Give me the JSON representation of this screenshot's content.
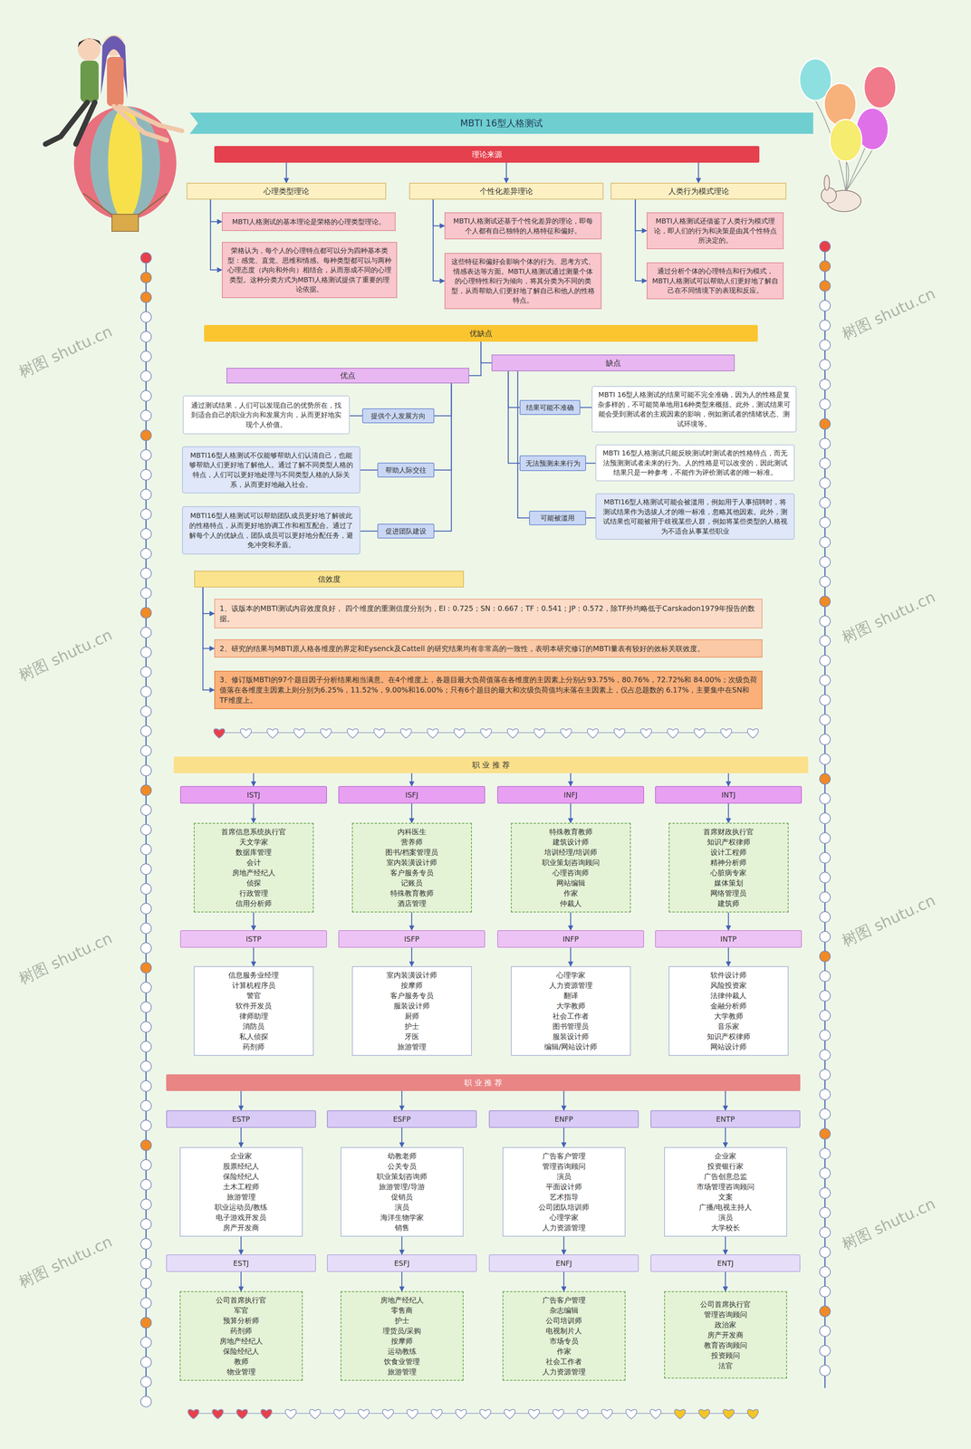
{
  "diagram": {
    "title": "MBTI 16型人格测试",
    "nodes": [
      {
        "text": [
          "MBTI 16型人格测试"
        ]
      },
      {
        "text": [
          "理论来源"
        ]
      },
      {
        "text": [
          "心理类型理论"
        ]
      },
      {
        "text": [
          "MBTI人格测试的基本理论是荣格的心理类型理论。"
        ]
      },
      {
        "text": [
          "荣格认为，每个人的心理特点都可以分为四种基本类型：感觉、直觉、思维和情感。每种类型都可以与两种心理态度（内向和外向）相结合，从而形成不同的心理类型。这种分类方式为MBTI人格测试提供了重要的理论依据。"
        ]
      },
      {
        "text": [
          "个性化差异理论"
        ]
      },
      {
        "text": [
          "MBTI人格测试还基于个性化差异的理论，即每个人都有自己独特的人格特征和偏好。"
        ]
      },
      {
        "text": [
          "这些特征和偏好会影响个体的行为、思考方式、情感表达等方面。MBTI人格测试通过测量个体的心理特性和行为倾向，将其分类为不同的类型，从而帮助人们更好地了解自己和他人的性格特点。"
        ]
      },
      {
        "text": [
          "人类行为模式理论"
        ]
      },
      {
        "text": [
          "MBTI人格测试还借鉴了人类行为模式理论，即人们的行为和决策是由其个性特点所决定的。"
        ]
      },
      {
        "text": [
          "通过分析个体的心理特点和行为模式，MBTI人格测试可以帮助人们更好地了解自己在不同情境下的表现和反应。"
        ]
      },
      {
        "text": [
          "优缺点"
        ]
      },
      {
        "text": [
          "优点"
        ]
      },
      {
        "text": [
          "提供个人发展方向"
        ]
      },
      {
        "text": [
          "通过测试结果，人们可以发现自己的优势所在，找到适合自己的职业方向和发展方向，从而更好地实现个人价值。"
        ]
      },
      {
        "text": [
          "帮助人际交往"
        ]
      },
      {
        "text": [
          "MBTI16型人格测试不仅能够帮助人们认清自己，也能够帮助人们更好地了解他人。通过了解不同类型人格的特点，人们可以更好地处理与不同类型人格的人际关系，从而更好地融入社会。"
        ]
      },
      {
        "text": [
          "促进团队建设"
        ]
      },
      {
        "text": [
          "MBTI16型人格测试可以帮助团队成员更好地了解彼此的性格特点，从而更好地协调工作和相互配合。通过了解每个人的优缺点，团队成员可以更好地分配任务，避免冲突和矛盾。"
        ]
      },
      {
        "text": [
          "缺点"
        ]
      },
      {
        "text": [
          "结果可能不准确"
        ]
      },
      {
        "text": [
          "MBTI 16型人格测试的结果可能不完全准确，因为人的性格是复杂多样的，不可能简单地用16种类型来概括。此外，测试结果可能会受到测试者的主观因素的影响，例如测试者的情绪状态、测试环境等。"
        ]
      },
      {
        "text": [
          "无法预测未来行为"
        ]
      },
      {
        "text": [
          "MBTI 16型人格测试只能反映测试时测试者的性格特点，而无法预测测试者未来的行为。人的性格是可以改变的，因此测试结果只是一种参考，不能作为评价测试者的唯一标准。"
        ]
      },
      {
        "text": [
          "可能被滥用"
        ]
      },
      {
        "text": [
          "MBTI16型人格测试可能会被滥用，例如用于人事招聘时，将测试结果作为选拔人才的唯一标准，忽略其他因素。此外，测试结果也可能被用于歧视某些人群，例如将某些类型的人格视为不适合从事某些职业"
        ]
      },
      {
        "text": [
          "信效度"
        ]
      },
      {
        "text": [
          "1、该版本的MBTI测试内容效度良好， 四个维度的重测信度分别为，EI：0.725；SN：0.667；TF：0.541；JP：0.572，除TF外均略低于Carskadon1979年报告的数据。"
        ]
      },
      {
        "text": [
          "2、研究的结果与MBTI原人格各维度的界定和Eysenck及Cattell 的研究结果均有非常高的一致性，表明本研究修订的MBTI量表有较好的效标关联效度。"
        ]
      },
      {
        "text": [
          "3、修订版MBTI的97个题目因子分析结果相当满意。在4个维度上，各题目最大负荷值落在各维度的主因素上分别占93.75%，80.76%，72.72%和 84.00%；次级负荷值落在各维度主因素上则分别为6.25%，11.52%，9.00%和16.00%；只有6个题目的最大和次级负荷值均未落在主因素上，仅占总题数的 6.17%，主要集中在SN和TF维度上。"
        ]
      },
      {
        "text": [
          "职 业 推 荐"
        ]
      },
      {
        "text": [
          "ISTJ"
        ]
      },
      {
        "text": [
          "首席信息系统执行官",
          "天文学家",
          "数据库管理",
          "会计",
          "房地产经纪人",
          "侦探",
          "行政管理",
          "信用分析师"
        ]
      },
      {
        "text": [
          "ISTP"
        ]
      },
      {
        "text": [
          "信息服务业经理",
          "计算机程序员",
          "警官",
          "软件开发员",
          "律师助理",
          "消防员",
          "私人侦探",
          "药剂师"
        ]
      },
      {
        "text": [
          "ISFJ"
        ]
      },
      {
        "text": [
          "内科医生",
          "营养师",
          "图书/档案管理员",
          "室内装潢设计师",
          "客户服务专员",
          "记账员",
          "特殊教育教师",
          "酒店管理"
        ]
      },
      {
        "text": [
          "ISFP"
        ]
      },
      {
        "text": [
          "室内装潢设计师",
          "按摩师",
          "客户服务专员",
          "服装设计师",
          "厨师",
          "护士",
          "牙医",
          "旅游管理"
        ]
      },
      {
        "text": [
          "INFJ"
        ]
      },
      {
        "text": [
          "特殊教育教师",
          "建筑设计师",
          "培训经理/培训师",
          "职业策划咨询顾问",
          "心理咨询师",
          "网站编辑",
          "作家",
          "仲裁人"
        ]
      },
      {
        "text": [
          "INFP"
        ]
      },
      {
        "text": [
          "心理学家",
          "人力资源管理",
          "翻译",
          "大学教师",
          "社会工作者",
          "图书管理员",
          "服装设计师",
          "编辑/网站设计师"
        ]
      },
      {
        "text": [
          "INTJ"
        ]
      },
      {
        "text": [
          "首席财政执行官",
          "知识产权律师",
          "设计工程师",
          "精神分析师",
          "心脏病专家",
          "媒体策划",
          "网络管理员",
          "建筑师"
        ]
      },
      {
        "text": [
          "INTP"
        ]
      },
      {
        "text": [
          "软件设计师",
          "风险投资家",
          "法律仲裁人",
          "金融分析师",
          "大学教师",
          "音乐家",
          "知识产权律师",
          "网站设计师"
        ]
      },
      {
        "text": [
          "职 业 推 荐"
        ]
      },
      {
        "text": [
          "ESTP"
        ]
      },
      {
        "text": [
          "企业家",
          "股票经纪人",
          "保险经纪人",
          "土木工程师",
          "旅游管理",
          "职业运动员/教练",
          "电子游戏开发员",
          "房产开发商"
        ]
      },
      {
        "text": [
          "ESTJ"
        ]
      },
      {
        "text": [
          "公司首席执行官",
          "军官",
          "预算分析师",
          "药剂师",
          "房地产经纪人",
          "保险经纪人",
          "教师",
          "物业管理"
        ]
      },
      {
        "text": [
          "ESFP"
        ]
      },
      {
        "text": [
          "幼教老师",
          "公关专员",
          "职业策划咨询师",
          "旅游管理/导游",
          "促销员",
          "演员",
          "海洋生物学家",
          "销售"
        ]
      },
      {
        "text": [
          "ESFJ"
        ]
      },
      {
        "text": [
          "房地产经纪人",
          "零售商",
          "护士",
          "理货员/采购",
          "按摩师",
          "运动教练",
          "饮食业管理",
          "旅游管理"
        ]
      },
      {
        "text": [
          "ENFP"
        ]
      },
      {
        "text": [
          "广告客户管理",
          "管理咨询顾问",
          "演员",
          "平面设计师",
          "艺术指导",
          "公司团队培训师",
          "心理学家",
          "人力资源管理"
        ]
      },
      {
        "text": [
          "ENFJ"
        ]
      },
      {
        "text": [
          "广告客户管理",
          "杂志编辑",
          "公司培训师",
          "电视制片人",
          "市场专员",
          "作家",
          "社会工作者",
          "人力资源管理"
        ]
      },
      {
        "text": [
          "ENTP"
        ]
      },
      {
        "text": [
          "企业家",
          "投资银行家",
          "广告创意总监",
          "市场管理咨询顾问",
          "文案",
          "广播/电视主持人",
          "演员",
          "大学校长"
        ]
      },
      {
        "text": [
          "ENTJ"
        ]
      },
      {
        "text": [
          "公司首席执行官",
          "管理咨询顾问",
          "政治家",
          "房产开发商",
          "教育咨询顾问",
          "投资顾问",
          "法官"
        ]
      }
    ],
    "edges": [
      {
        "from": 1,
        "to": 2,
        "arrow": "to"
      },
      {
        "from": 1,
        "to": 5,
        "arrow": "to"
      },
      {
        "from": 1,
        "to": 8,
        "arrow": "to"
      },
      {
        "from": 2,
        "to": 3,
        "arrow": "to"
      },
      {
        "from": 2,
        "to": 4,
        "arrow": "to"
      },
      {
        "from": 5,
        "to": 6,
        "arrow": "to"
      },
      {
        "from": 5,
        "to": 7,
        "arrow": "to"
      },
      {
        "from": 8,
        "to": 9,
        "arrow": "to"
      },
      {
        "from": 8,
        "to": 10,
        "arrow": "to"
      },
      {
        "from": 11,
        "to": 12,
        "arrow": "none"
      },
      {
        "from": 11,
        "to": 19,
        "arrow": "none"
      },
      {
        "from": 12,
        "to": 13,
        "arrow": "none"
      },
      {
        "from": 12,
        "to": 15,
        "arrow": "none"
      },
      {
        "from": 12,
        "to": 17,
        "arrow": "none"
      },
      {
        "from": 13,
        "to": 14,
        "arrow": "none"
      },
      {
        "from": 15,
        "to": 16,
        "arrow": "none"
      },
      {
        "from": 17,
        "to": 18,
        "arrow": "none"
      },
      {
        "from": 19,
        "to": 20,
        "arrow": "none"
      },
      {
        "from": 19,
        "to": 22,
        "arrow": "none"
      },
      {
        "from": 19,
        "to": 24,
        "arrow": "none"
      },
      {
        "from": 20,
        "to": 21,
        "arrow": "none"
      },
      {
        "from": 22,
        "to": 23,
        "arrow": "none"
      },
      {
        "from": 24,
        "to": 25,
        "arrow": "none"
      },
      {
        "from": 26,
        "to": 27,
        "arrow": "to"
      },
      {
        "from": 26,
        "to": 28,
        "arrow": "to"
      },
      {
        "from": 26,
        "to": 29,
        "arrow": "to"
      },
      {
        "from": 30,
        "to": 31,
        "arrow": "to"
      },
      {
        "from": 30,
        "to": 35,
        "arrow": "to"
      },
      {
        "from": 30,
        "to": 39,
        "arrow": "to"
      },
      {
        "from": 30,
        "to": 43,
        "arrow": "to"
      },
      {
        "from": 31,
        "to": 32,
        "arrow": "to"
      },
      {
        "from": 32,
        "to": 33,
        "arrow": "to"
      },
      {
        "from": 33,
        "to": 34,
        "arrow": "to"
      },
      {
        "from": 35,
        "to": 36,
        "arrow": "to"
      },
      {
        "from": 36,
        "to": 37,
        "arrow": "to"
      },
      {
        "from": 37,
        "to": 38,
        "arrow": "to"
      },
      {
        "from": 39,
        "to": 40,
        "arrow": "to"
      },
      {
        "from": 40,
        "to": 41,
        "arrow": "to"
      },
      {
        "from": 41,
        "to": 42,
        "arrow": "to"
      },
      {
        "from": 43,
        "to": 44,
        "arrow": "to"
      },
      {
        "from": 44,
        "to": 45,
        "arrow": "to"
      },
      {
        "from": 45,
        "to": 46,
        "arrow": "to"
      },
      {
        "from": 47,
        "to": 48,
        "arrow": "to"
      },
      {
        "from": 47,
        "to": 52,
        "arrow": "to"
      },
      {
        "from": 47,
        "to": 56,
        "arrow": "to"
      },
      {
        "from": 47,
        "to": 60,
        "arrow": "to"
      },
      {
        "from": 48,
        "to": 49,
        "arrow": "to"
      },
      {
        "from": 49,
        "to": 50,
        "arrow": "to"
      },
      {
        "from": 50,
        "to": 51,
        "arrow": "to"
      },
      {
        "from": 52,
        "to": 53,
        "arrow": "to"
      },
      {
        "from": 53,
        "to": 54,
        "arrow": "to"
      },
      {
        "from": 54,
        "to": 55,
        "arrow": "to"
      },
      {
        "from": 56,
        "to": 57,
        "arrow": "to"
      },
      {
        "from": 57,
        "to": 58,
        "arrow": "to"
      },
      {
        "from": 58,
        "to": 59,
        "arrow": "to"
      },
      {
        "from": 60,
        "to": 61,
        "arrow": "to"
      },
      {
        "from": 61,
        "to": 62,
        "arrow": "to"
      },
      {
        "from": 62,
        "to": 63,
        "arrow": "to"
      }
    ],
    "labels": [
      "树图 shutu.cn",
      "树图 shutu.cn",
      "树图 shutu.cn",
      "树图 shutu.cn",
      "树图 shutu.cn",
      "树图 shutu.cn",
      "树图 shutu.cn",
      "树图 shutu.cn"
    ]
  }
}
